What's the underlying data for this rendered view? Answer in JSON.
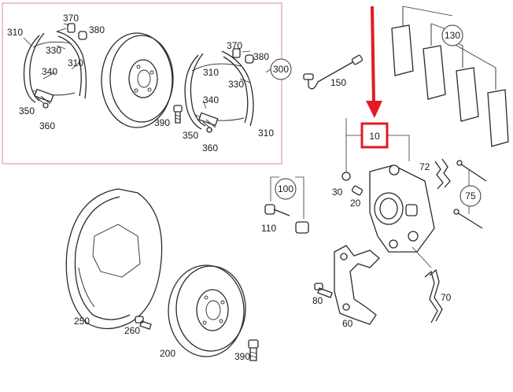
{
  "colors": {
    "highlight": "#e31b23",
    "frame": "#d8a0a8",
    "line": "#2a2a2a"
  },
  "highlighted_part": "10",
  "labels": {
    "p310a": "310",
    "p370a": "370",
    "p380a": "380",
    "p330a": "330",
    "p310b": "310",
    "p340a": "340",
    "p350a": "350",
    "p360a": "360",
    "p370b": "370",
    "p380b": "380",
    "p310c": "310",
    "p330b": "330",
    "p340b": "340",
    "p390a": "390",
    "p350b": "350",
    "p360b": "360",
    "p310d": "310",
    "p300": "300",
    "p150": "150",
    "p130": "130",
    "p10": "10",
    "p72": "72",
    "p30": "30",
    "p20": "20",
    "p100": "100",
    "p75": "75",
    "p110": "110",
    "p70": "70",
    "p80": "80",
    "p60": "60",
    "p250": "250",
    "p260": "260",
    "p200": "200",
    "p390b": "390"
  }
}
